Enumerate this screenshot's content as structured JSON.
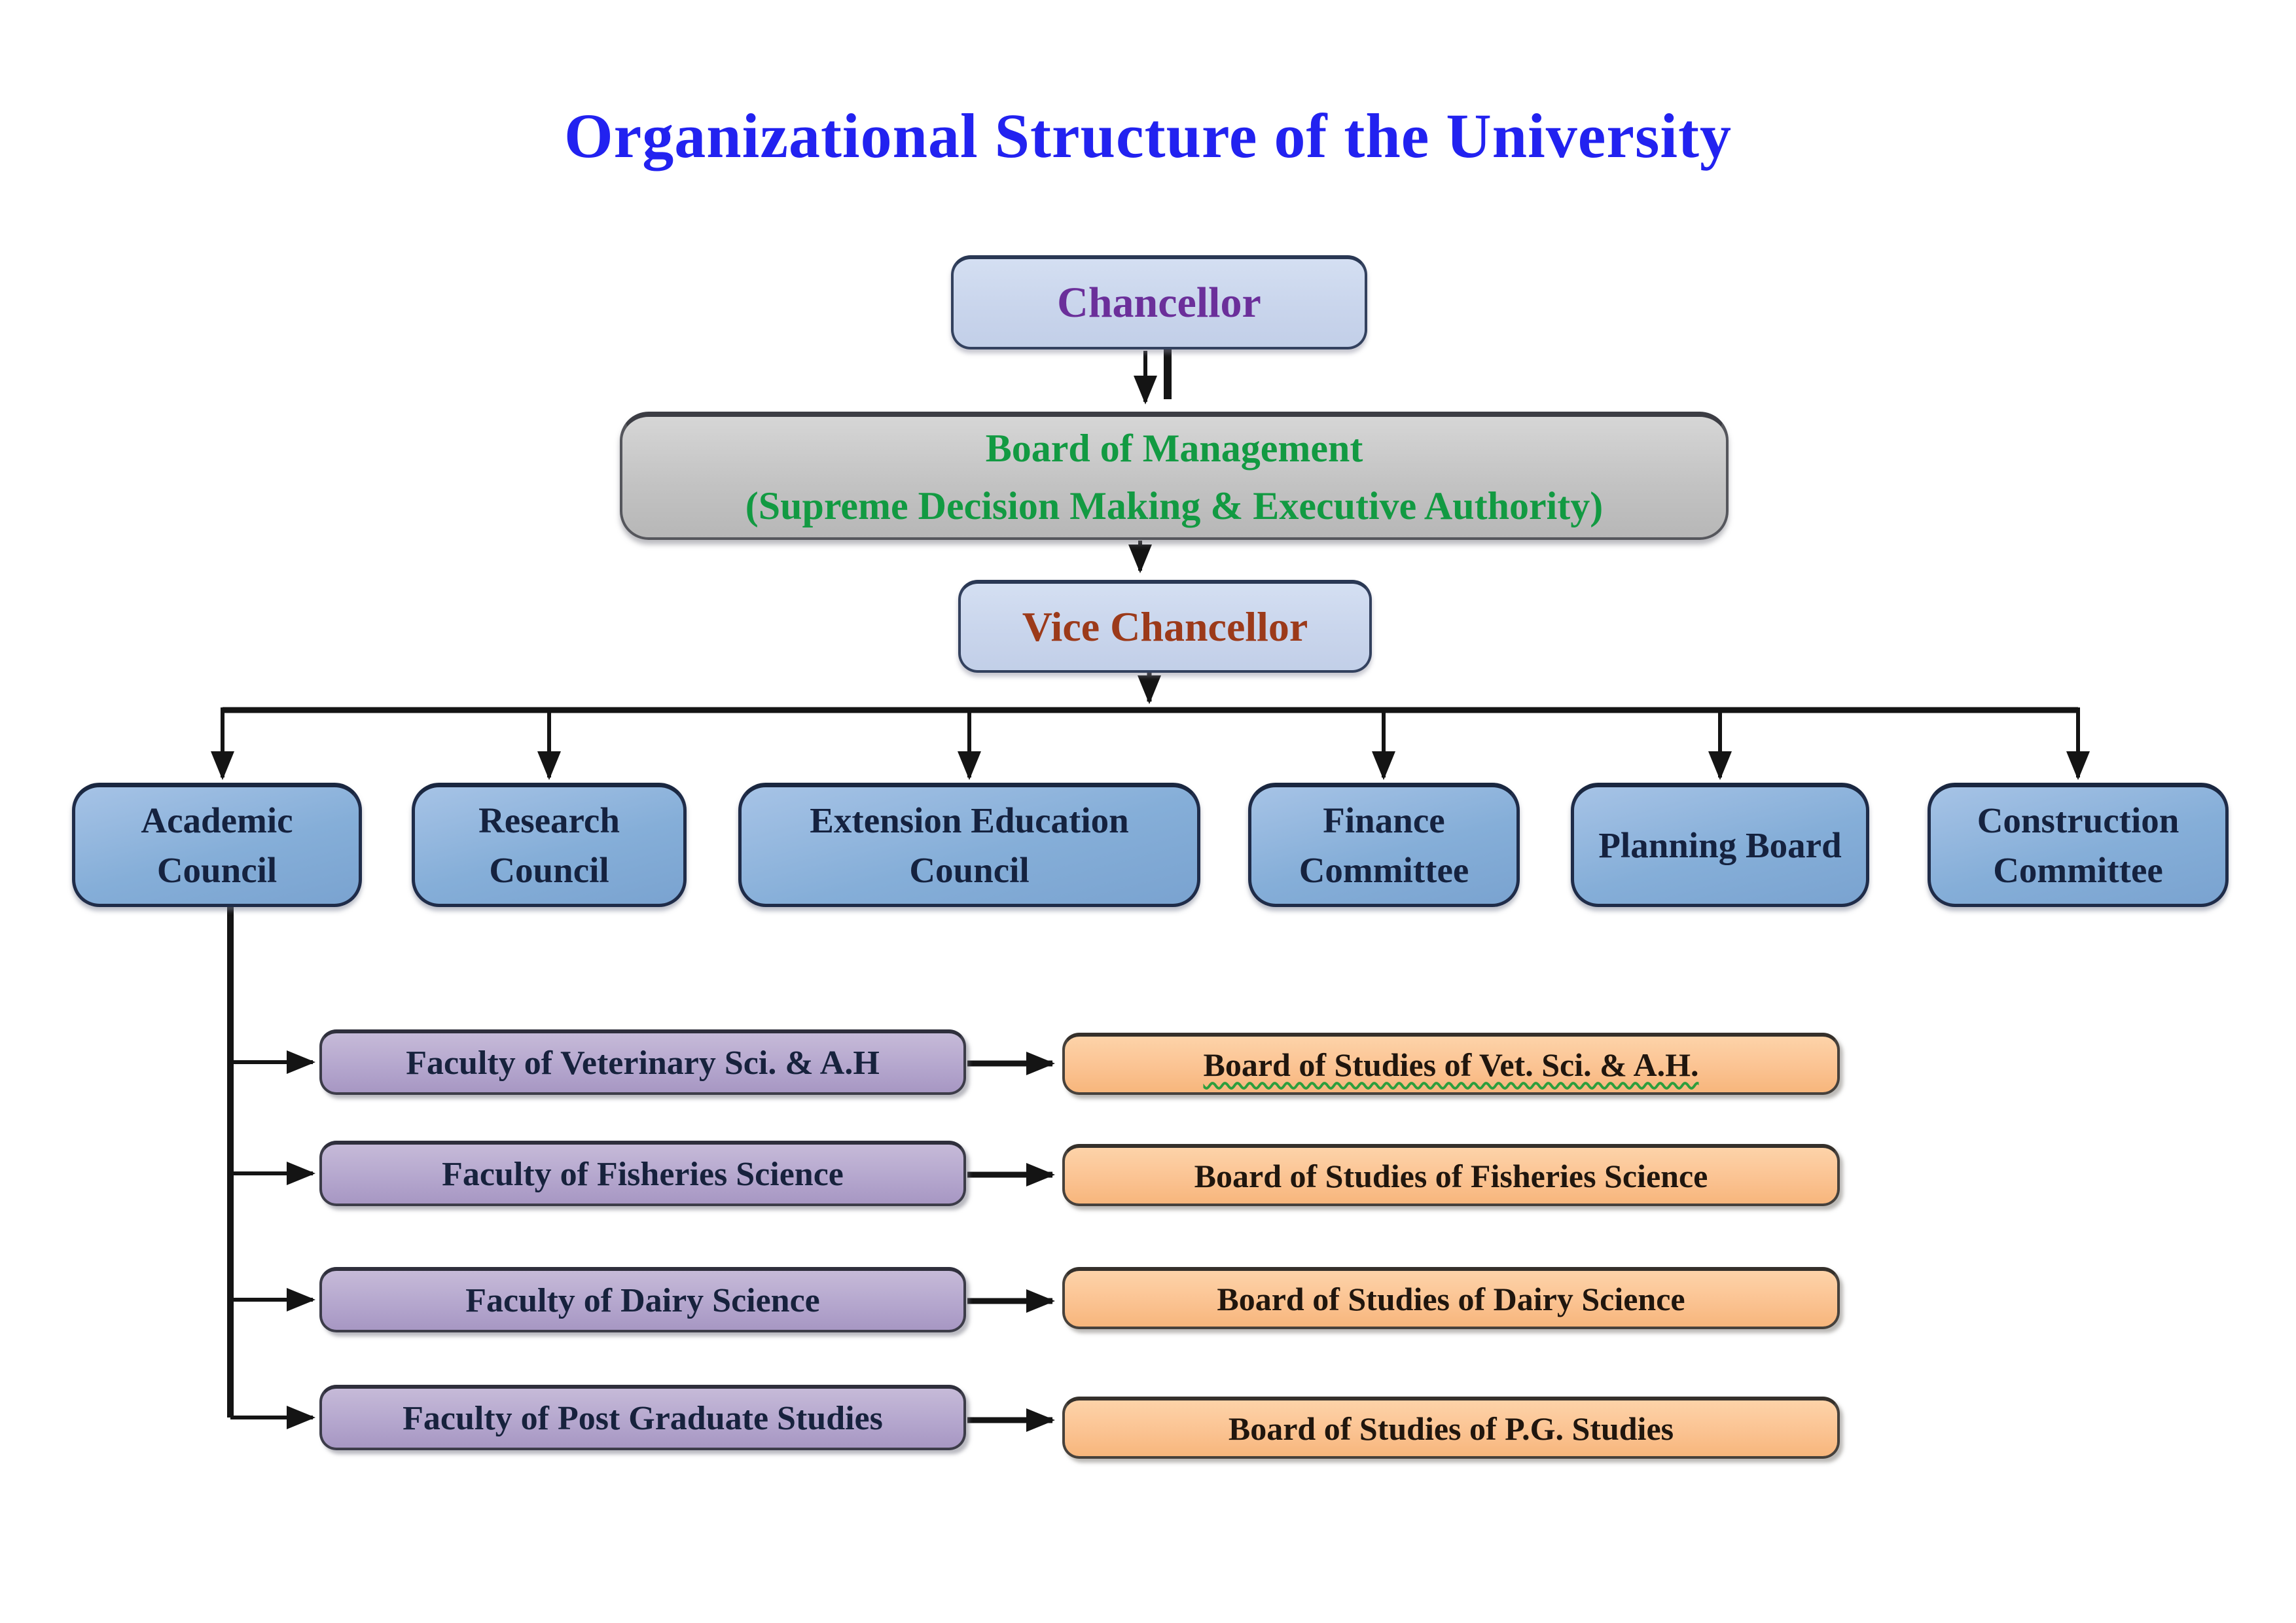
{
  "title": "Organizational Structure of the University",
  "nodes": {
    "chancellor": {
      "label": "Chancellor"
    },
    "board_of_management": {
      "line1": "Board of Management",
      "line2": "(Supreme Decision Making & Executive Authority)"
    },
    "vice_chancellor": {
      "label": "Vice Chancellor"
    },
    "councils": [
      {
        "label": "Academic Council"
      },
      {
        "label": "Research Council"
      },
      {
        "label": "Extension Education Council"
      },
      {
        "label": "Finance Committee"
      },
      {
        "label": "Planning Board"
      },
      {
        "label": "Construction Committee"
      }
    ],
    "faculties": [
      {
        "label": "Faculty of Veterinary Sci. & A.H"
      },
      {
        "label": "Faculty of Fisheries Science"
      },
      {
        "label": "Faculty of Dairy Science"
      },
      {
        "label": "Faculty of Post Graduate Studies"
      }
    ],
    "boards_of_studies": [
      {
        "label": "Board of Studies of Vet. Sci. & A.H."
      },
      {
        "label": "Board of Studies of Fisheries Science"
      },
      {
        "label": "Board of Studies of Dairy Science"
      },
      {
        "label": "Board of Studies of P.G. Studies"
      }
    ]
  },
  "edges": [
    {
      "from": "Chancellor",
      "to": "Board of Management"
    },
    {
      "from": "Board of Management",
      "to": "Vice Chancellor"
    },
    {
      "from": "Vice Chancellor",
      "to": "Academic Council"
    },
    {
      "from": "Vice Chancellor",
      "to": "Research Council"
    },
    {
      "from": "Vice Chancellor",
      "to": "Extension Education Council"
    },
    {
      "from": "Vice Chancellor",
      "to": "Finance Committee"
    },
    {
      "from": "Vice Chancellor",
      "to": "Planning Board"
    },
    {
      "from": "Vice Chancellor",
      "to": "Construction Committee"
    },
    {
      "from": "Academic Council",
      "to": "Faculty of Veterinary Sci. & A.H"
    },
    {
      "from": "Academic Council",
      "to": "Faculty of Fisheries Science"
    },
    {
      "from": "Academic Council",
      "to": "Faculty of Dairy Science"
    },
    {
      "from": "Academic Council",
      "to": "Faculty of Post Graduate Studies"
    },
    {
      "from": "Faculty of Veterinary Sci. & A.H",
      "to": "Board of Studies of Vet. Sci. & A.H."
    },
    {
      "from": "Faculty of Fisheries Science",
      "to": "Board of Studies of Fisheries Science"
    },
    {
      "from": "Faculty of Dairy Science",
      "to": "Board of Studies of Dairy Science"
    },
    {
      "from": "Faculty of Post Graduate Studies",
      "to": "Board of Studies of P.G. Studies"
    }
  ],
  "colors": {
    "title_text": "#2222f0",
    "chancellor_text": "#6b2f9a",
    "chancellor_fill": "#c9d5ec",
    "board_of_management_text": "#129a42",
    "board_of_management_fill": "#c3c3c3",
    "vice_chancellor_text": "#9c3a1a",
    "council_fill": "#85aed8",
    "council_text": "#15223f",
    "faculty_fill": "#b5a7ce",
    "board_of_studies_fill": "#fbc392",
    "squiggle_underline": "#2d9e3d",
    "connector": "#141414"
  }
}
